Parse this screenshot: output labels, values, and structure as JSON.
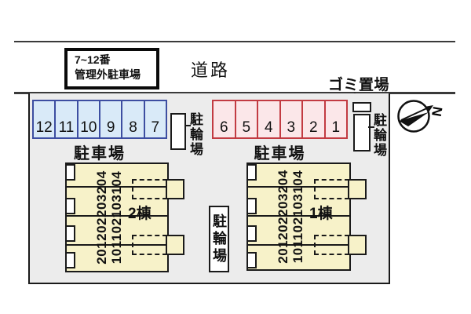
{
  "road": {
    "label": "道路"
  },
  "info_box": {
    "line1": "7~12番",
    "line2": "管理外駐車場"
  },
  "garbage": {
    "label": "ゴミ置場"
  },
  "compass": {
    "north": "N"
  },
  "parking_left": {
    "label": "駐車場",
    "stalls": [
      "12",
      "11",
      "10",
      "9",
      "8",
      "7"
    ]
  },
  "parking_right": {
    "label": "駐車場",
    "stalls": [
      "6",
      "5",
      "4",
      "3",
      "2",
      "1"
    ]
  },
  "bike_parking": {
    "label": "駐輪場"
  },
  "buildings": [
    {
      "name": "2棟",
      "upper_units": "201202203204",
      "lower_units": "101102103104"
    },
    {
      "name": "1棟",
      "upper_units": "201202203204",
      "lower_units": "101102103104"
    }
  ],
  "colors": {
    "parking_left_fill": "#d9eaf8",
    "parking_left_border": "#3d4ea1",
    "parking_right_fill": "#fbe7e9",
    "parking_right_border": "#c23b42",
    "building_fill": "#f7f2c9",
    "site_fill": "#ececec",
    "line": "#1a1a1a"
  }
}
